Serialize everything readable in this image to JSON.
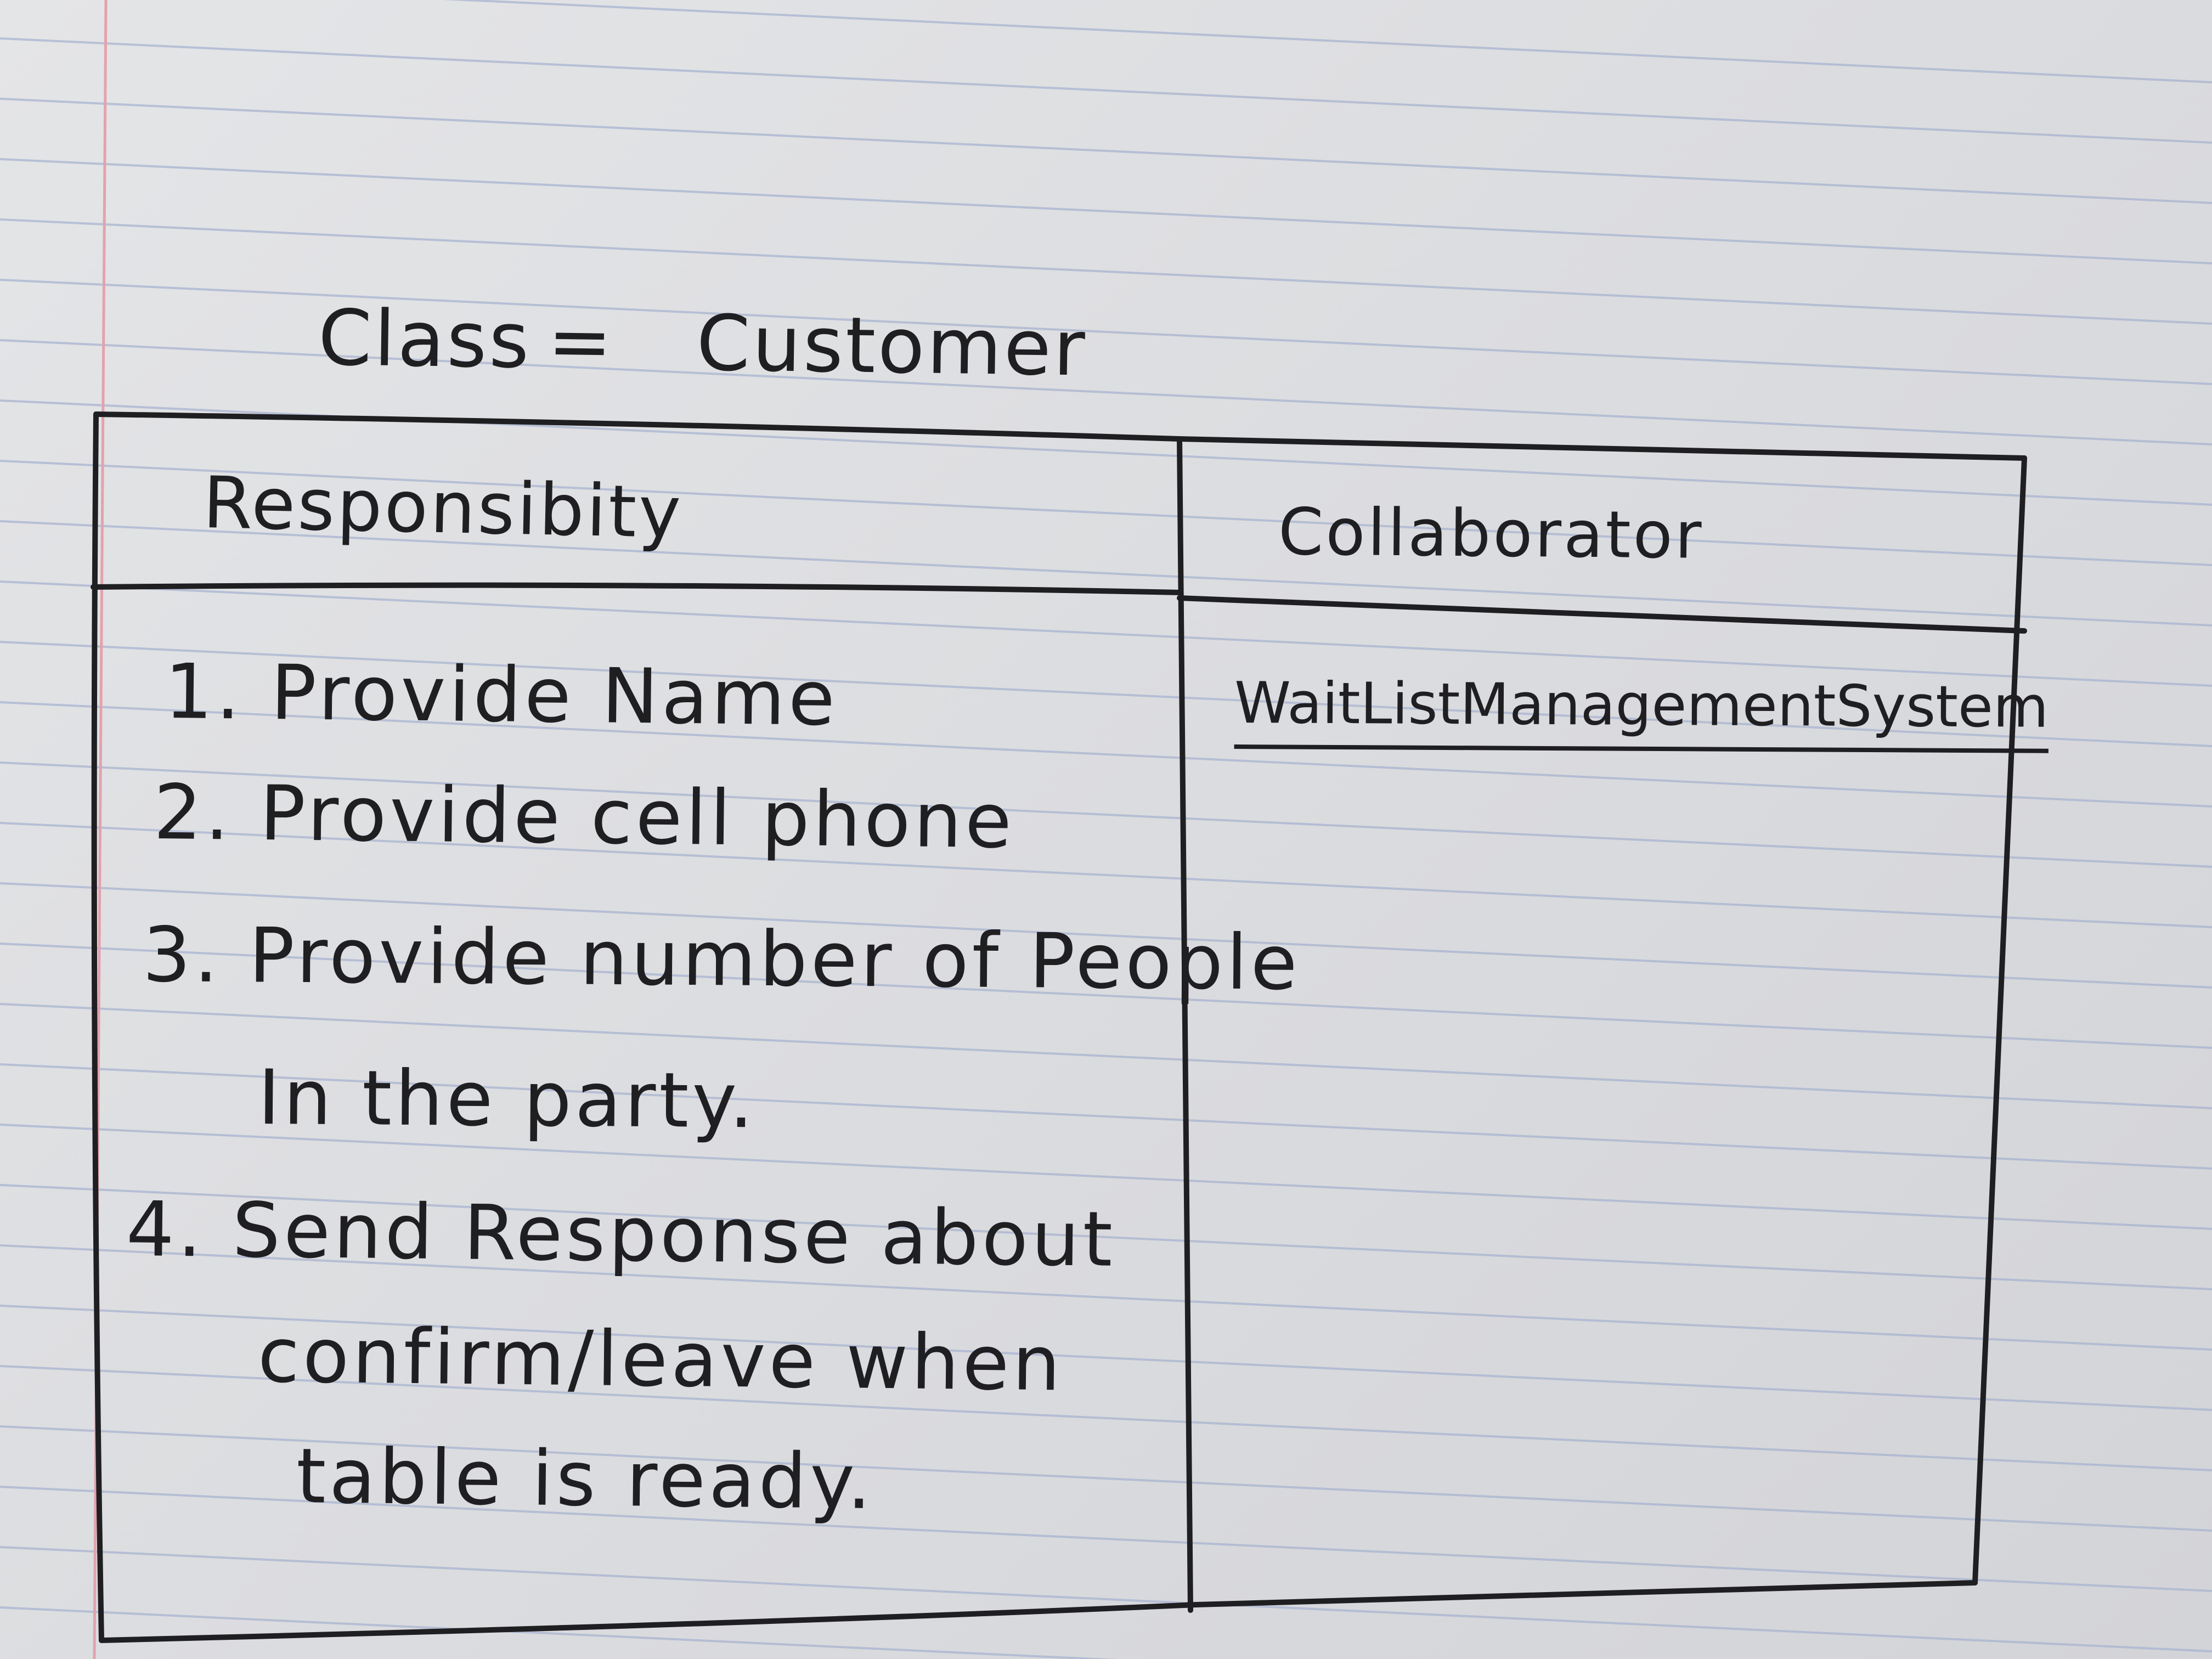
{
  "card": {
    "class_label": "Class",
    "class_separator": "=",
    "class_name": "Customer",
    "responsibility_header": "Responsibity",
    "collaborator_header": "Collaborator",
    "responsibilities": [
      "1. Provide Name",
      "2. Provide cell phone",
      "3. Provide number of People",
      "In the party.",
      "4. Send Response about",
      "confirm/leave when",
      "table is ready."
    ],
    "collaborators": [
      "WaitListManagementSystem"
    ]
  },
  "colors": {
    "paper": "#dcdde0",
    "ruled_lines": "#a9b4d0",
    "margin_line": "#e3a2ad",
    "ink": "#1f1f22"
  }
}
